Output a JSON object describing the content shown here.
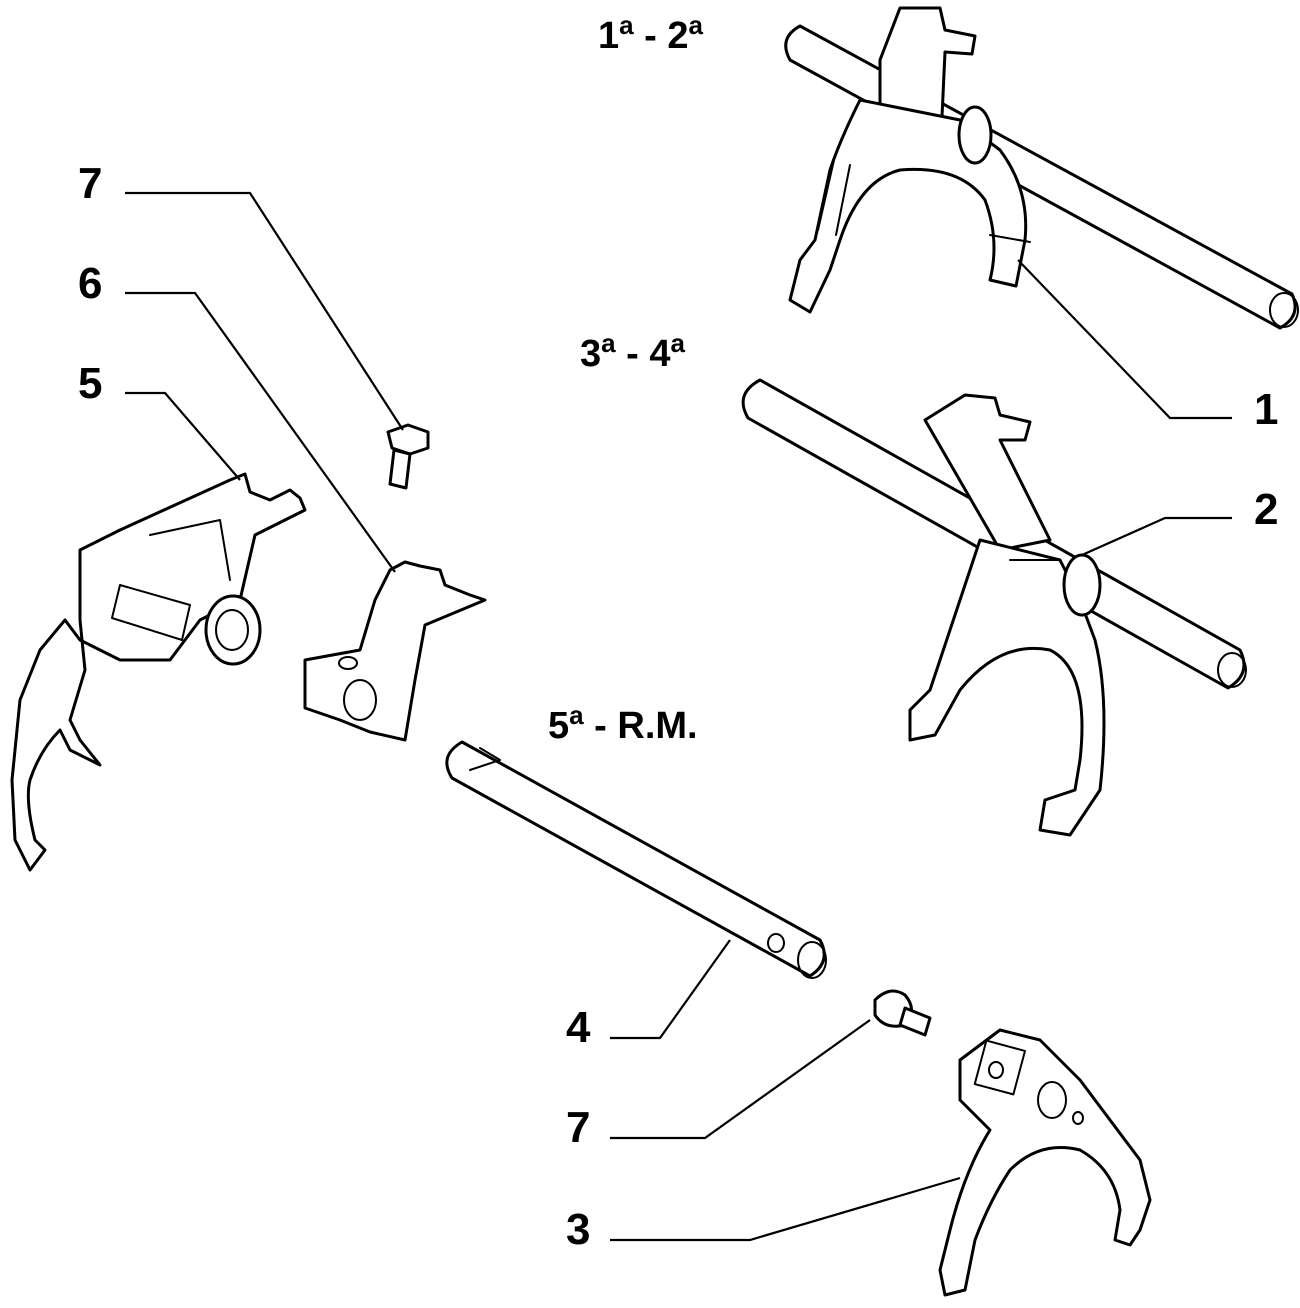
{
  "groups": {
    "g12": {
      "base1": "1",
      "sup1": "a",
      "sep": " - ",
      "base2": "2",
      "sup2": "a"
    },
    "g34": {
      "base1": "3",
      "sup1": "a",
      "sep": " - ",
      "base2": "4",
      "sup2": "a"
    },
    "g5rm": {
      "base1": "5",
      "sup1": "a",
      "rest": " - R.M."
    }
  },
  "callouts": {
    "c1": "1",
    "c2": "2",
    "c3": "3",
    "c4": "4",
    "c5": "5",
    "c6": "6",
    "c7_top": "7",
    "c7_bottom": "7"
  }
}
